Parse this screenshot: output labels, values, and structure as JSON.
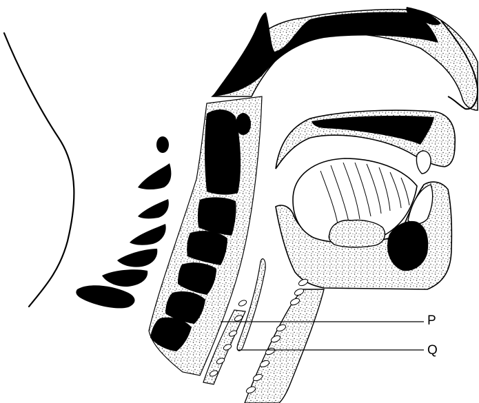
{
  "diagram": {
    "labels": [
      {
        "id": "P",
        "text": "P"
      },
      {
        "id": "Q",
        "text": "Q"
      }
    ]
  },
  "colors": {
    "ink": "#000000",
    "paper": "#ffffff",
    "stipple": "#3a3a3a"
  }
}
